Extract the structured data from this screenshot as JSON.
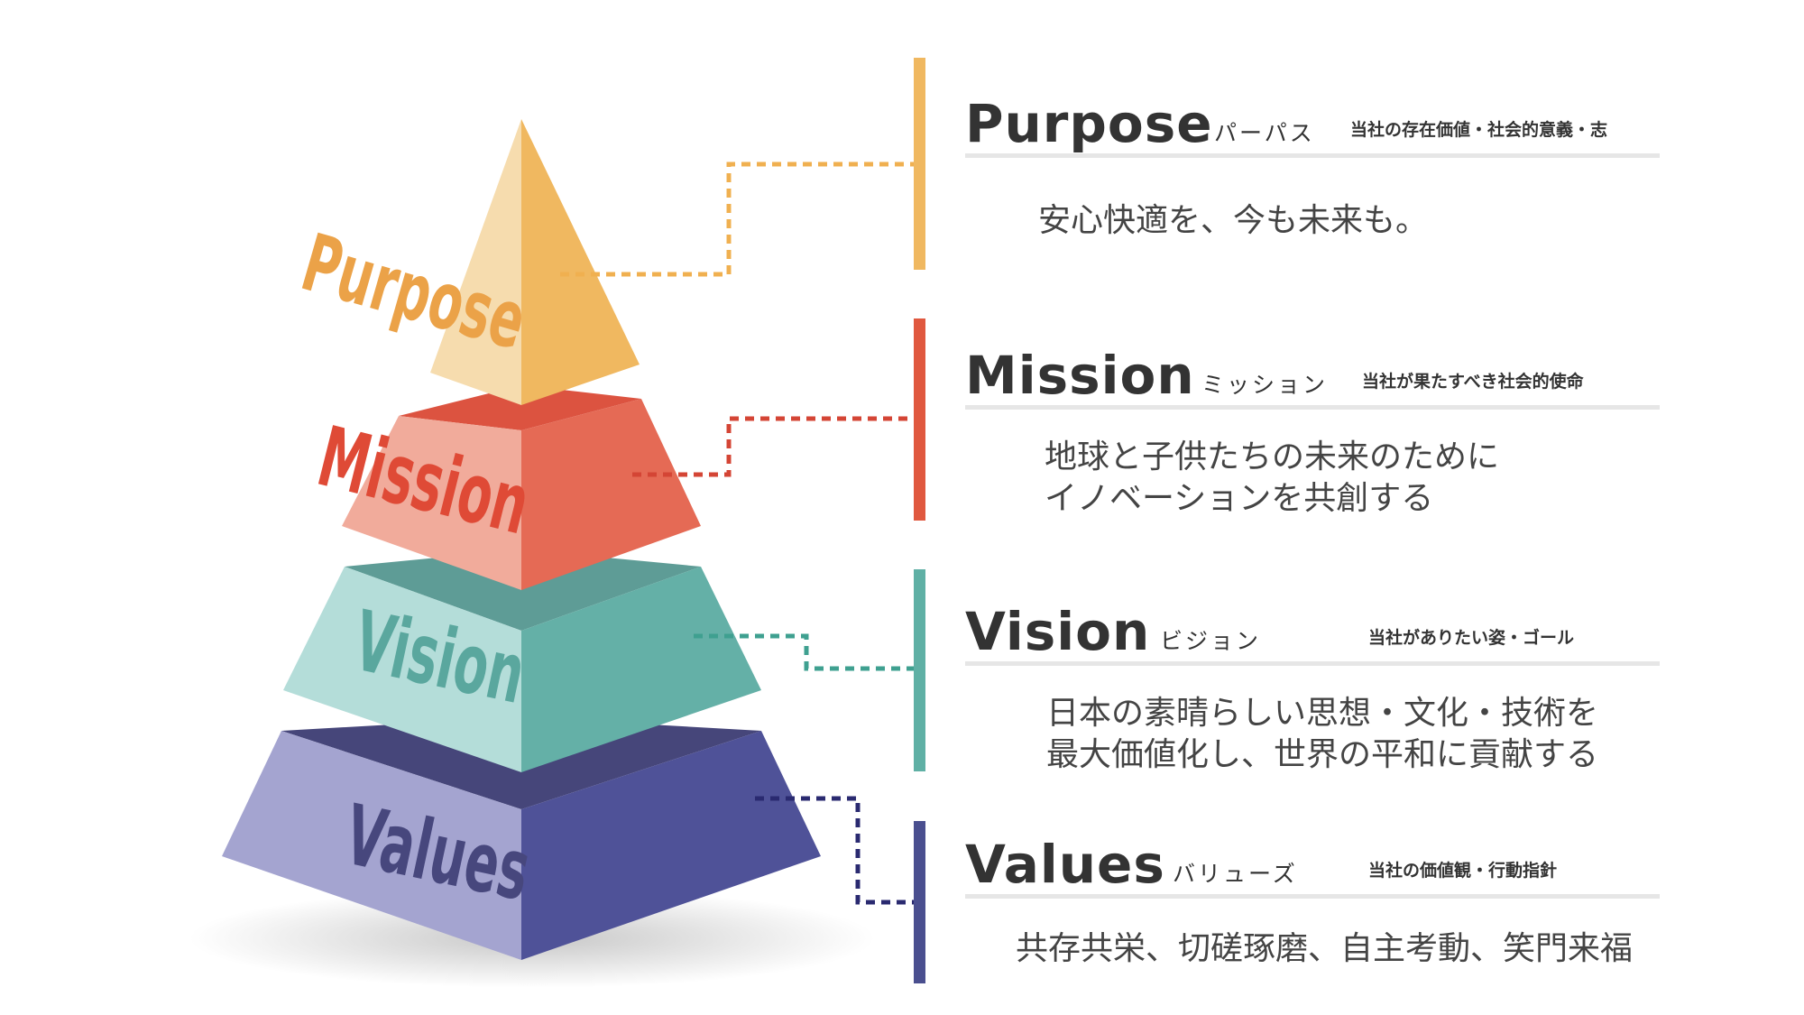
{
  "pyramid_labels": {
    "purpose": "Purpose",
    "mission": "Mission",
    "vision": "Vision",
    "values": "Values"
  },
  "sections": [
    {
      "title": "Purpose",
      "kana": "パーパス",
      "subtitle": "当社の存在価値・社会的意義・志",
      "lines": [
        "安心快適を、今も未来も。"
      ],
      "color": "#f0b860"
    },
    {
      "title": "Mission",
      "kana": "ミッション",
      "subtitle": "当社が果たすべき社会的使命",
      "lines": [
        "地球と子供たちの未来のために",
        "イノベーションを共創する"
      ],
      "color": "#e0583f"
    },
    {
      "title": "Vision",
      "kana": "ビジョン",
      "subtitle": "当社がありたい姿・ゴール",
      "lines": [
        "日本の素晴らしい思想・文化・技術を",
        "最大価値化し、世界の平和に貢献する"
      ],
      "color": "#5fb0a5"
    },
    {
      "title": "Values",
      "kana": "バリューズ",
      "subtitle": "当社の価値観・行動指針",
      "lines": [
        "共存共栄、切磋琢磨、自主考動、笑門来福"
      ],
      "color": "#4a4f8f"
    }
  ]
}
